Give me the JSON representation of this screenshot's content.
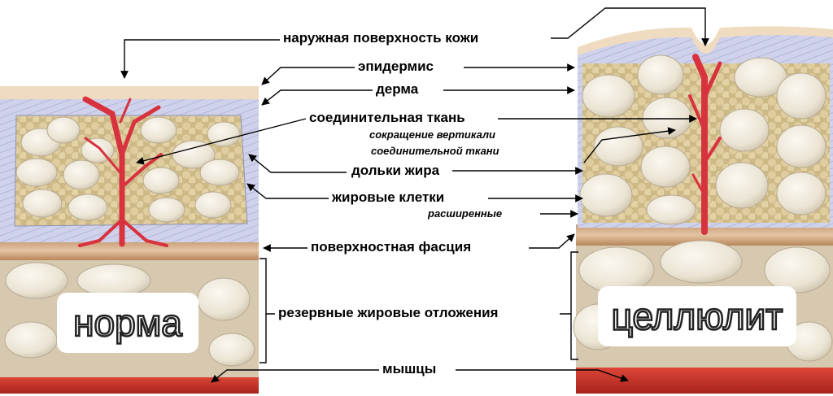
{
  "labels": {
    "outer_surface": "наружная поверхность кожи",
    "epidermis": "эпидермис",
    "dermis": "дерма",
    "connective_tissue": "соединительная ткань",
    "vertical_contraction_1": "сокращение вертикали",
    "vertical_contraction_2": "соединительной ткани",
    "fat_lobules": "дольки жира",
    "fat_cells": "жировые клетки",
    "expanded": "расширенные",
    "superficial_fascia": "поверхностная фасция",
    "reserve_fat": "резервные жировые отложения",
    "muscles": "мышцы"
  },
  "panels": {
    "left": {
      "title": "норма"
    },
    "right": {
      "title": "целлюлит"
    }
  },
  "colors": {
    "skin_surface": "#f0dcc0",
    "dermis_fill": "#c9cde6",
    "connective_red": "#dc3c46",
    "fat_lobule_bg": "#d9c592",
    "fat_cell": "#eee8da",
    "fascia": "#c08d63",
    "reserve_fat_bg": "#d8c9b2",
    "muscle": "#c82a20"
  }
}
